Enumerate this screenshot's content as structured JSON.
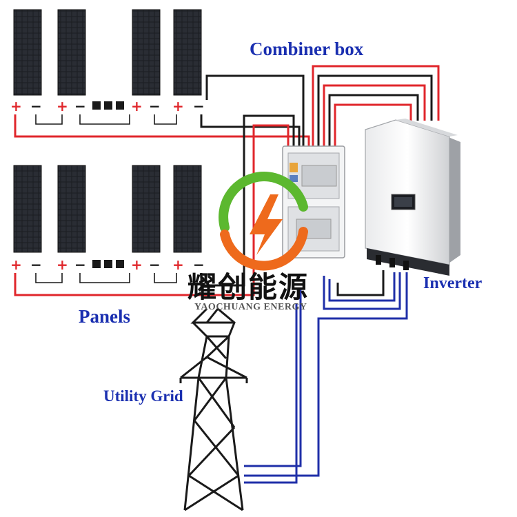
{
  "labels": {
    "combiner_box": "Combiner box",
    "panels": "Panels",
    "inverter": "Inverter",
    "utility_grid": "Utility Grid"
  },
  "watermark": {
    "chinese": "耀创能源",
    "english": "YAOCHUANG ENERGY"
  },
  "terminal_symbols": {
    "positive": "+",
    "negative": "−"
  },
  "colors": {
    "positive_wire": "#e0262b",
    "negative_wire": "#1a1a1a",
    "ac_wire": "#1f2fa8",
    "label_blue": "#1a2fb0",
    "logo_green": "#5cb82f",
    "logo_orange": "#ee6a1c",
    "panel_cell": "#16181d"
  }
}
